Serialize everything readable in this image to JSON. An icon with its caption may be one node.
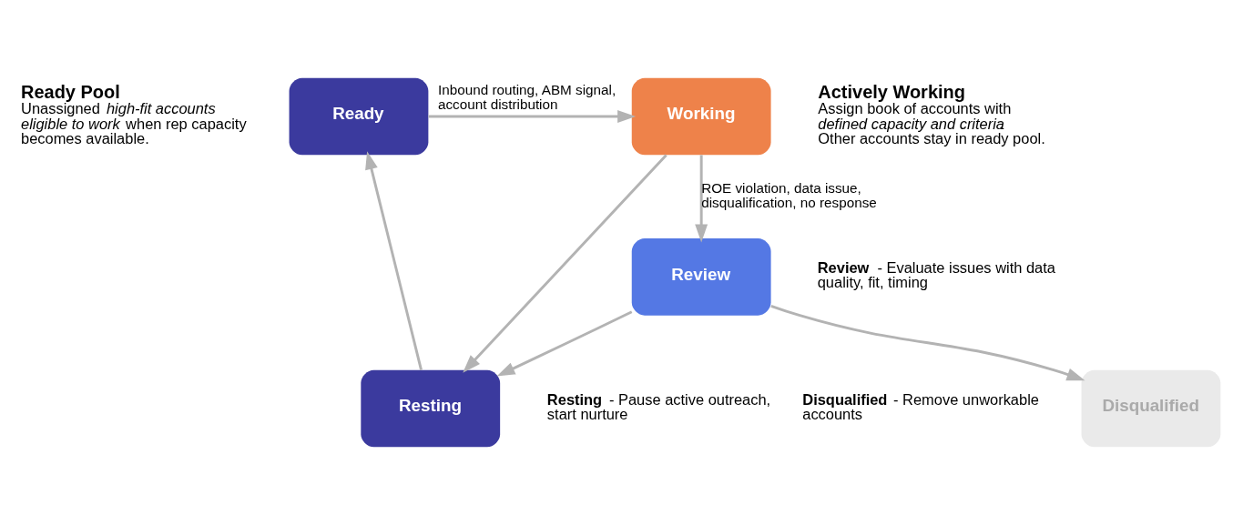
{
  "diagram": {
    "nodes": [
      {
        "text": [
          "Ready"
        ],
        "beside": [
          "Ready Pool",
          "Unassigned *high-fit accounts eligible to work* when rep capacity becomes available."
        ]
      },
      {
        "text": [
          "Working"
        ],
        "beside": [
          "Actively Working",
          "Assign book of accounts with *defined capacity and criteria*. Other accounts stay in ready pool."
        ]
      },
      {
        "text": [
          "Resting"
        ],
        "beside": [
          "**Resting** - Pause active outreach, start nurture"
        ]
      },
      {
        "text": [
          "Review"
        ],
        "beside": [
          "**Review** - Evaluate issues with data quality, fit, timing"
        ]
      },
      {
        "text": [
          "Disqualified"
        ],
        "beside": [
          "**Disqualified** - Remove unworkable accounts"
        ]
      }
    ],
    "edges": [
      {
        "from": 0,
        "to": 1,
        "arrow": "to",
        "label": "Inbound routing, ABM signal, account distribution"
      },
      {
        "from": 1,
        "to": 2,
        "arrow": "to"
      },
      {
        "from": 1,
        "to": 3,
        "arrow": "to",
        "label": "ROE violation, data issue, disqualification, no response"
      },
      {
        "from": 2,
        "to": 0,
        "arrow": "to"
      },
      {
        "from": 3,
        "to": 2,
        "arrow": "to"
      },
      {
        "from": 3,
        "to": 4,
        "arrow": "to"
      }
    ]
  }
}
